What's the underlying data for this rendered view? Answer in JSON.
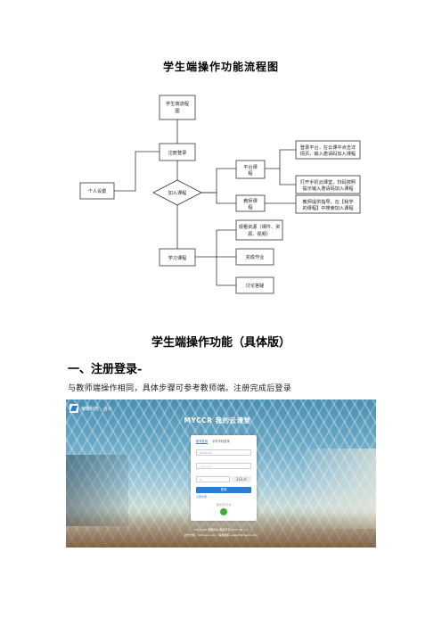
{
  "document": {
    "title": "学生端操作功能流程图",
    "section_title": "学生端操作功能（具体版）",
    "heading1": "一、注册登录-",
    "paragraph": "与教师端操作相同，具体步骤可参考教师端。注册完成后登录"
  },
  "flowchart": {
    "start": [
      "学生端流程",
      "图"
    ],
    "register": "注册登录",
    "personal": "个人设置",
    "join": "加入课程",
    "platform": [
      "平台课",
      "程"
    ],
    "teacher_course": [
      "教师课",
      "程"
    ],
    "option1": [
      "登录平台，在云课中点击详",
      "情页，输入邀请码加入课程"
    ],
    "option2": [
      "打开手机云课堂，扫码按照",
      "提示输入邀请码加入课程"
    ],
    "option3": [
      "教师提供指导，在【我学",
      "的课程】中搜索加入课程"
    ],
    "study": "学习课程",
    "view_res": [
      "观看资源（课件、资",
      "源、视频）"
    ],
    "homework": "完成作业",
    "discuss": "讨论答疑"
  },
  "screenshot": {
    "logo_text": "荣耀科技 · 合众",
    "app_title": "MYCCR 我的云课堂",
    "tab_login": "账号登录",
    "tab_phone": "手机号码登录",
    "username_placeholder": "Student1",
    "password_placeholder": "••••••••",
    "captcha_input": "4",
    "captcha_code": "2GLA",
    "login_button": "登录",
    "register_link": "立即注册",
    "other_login": "其他登录方式",
    "footer1": "Copyright 荣耀科技 版权所有 2020 Ver 1.0",
    "footer2": "技术支持：400-xxx-xxxx · 客服邮箱 support@myccr.com"
  }
}
